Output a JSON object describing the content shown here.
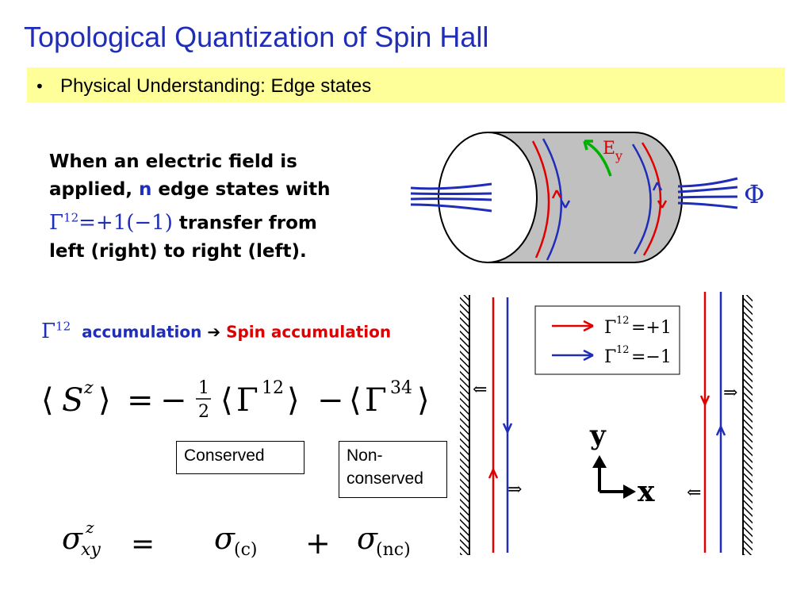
{
  "slide": {
    "title": "Topological Quantization of Spin Hall",
    "bullet": "Physical Understanding: Edge states",
    "desc": {
      "line1": "When an electric field is",
      "line2_a": "applied, ",
      "line2_n": "n",
      "line2_b": " edge states with",
      "gamma": "Γ",
      "gamma_sup": "12",
      "gamma_val": "=+1(−1)",
      "line3_b": " transfer from",
      "line4": "left (right) to right (left)."
    },
    "accumulation": {
      "gamma": "Γ",
      "gamma_sup": "12",
      "text_blue": "accumulation",
      "arrow": "➔",
      "text_red": "Spin accumulation"
    },
    "equation": {
      "lhs": "S",
      "lhs_sup": "z",
      "equals": "=",
      "minus": "−",
      "frac_num": "1",
      "frac_den": "2",
      "term1": "Γ",
      "term1_sup": "12",
      "term2": "Γ",
      "term2_sup": "34"
    },
    "boxes": {
      "conserved": "Conserved",
      "nonconserved_1": "Non-",
      "nonconserved_2": "conserved"
    },
    "sigma_equation": {
      "lhs": "σ",
      "lhs_sup": "z",
      "lhs_sub": "xy",
      "equals": "=",
      "t1": "σ",
      "t1_sub": "(c)",
      "plus": "+",
      "t2": "σ",
      "t2_sub": "(nc)"
    },
    "cylinder": {
      "field_label": "E",
      "field_sub": "y",
      "flux_label": "Φ"
    },
    "edge_diagram": {
      "legend": [
        {
          "gamma": "Γ",
          "sup": "12",
          "value": "=+1",
          "color": "#e00000"
        },
        {
          "gamma": "Γ",
          "sup": "12",
          "value": "=−1",
          "color": "#1f2db8"
        }
      ],
      "axis_y": "y",
      "axis_x": "x",
      "spin_arrow": "⇐",
      "spin_arrow_right": "⇒"
    },
    "colors": {
      "title": "#1f2db8",
      "highlight": "#ffff99",
      "red": "#e00000",
      "blue": "#1f2db8",
      "green": "#00b000"
    }
  }
}
